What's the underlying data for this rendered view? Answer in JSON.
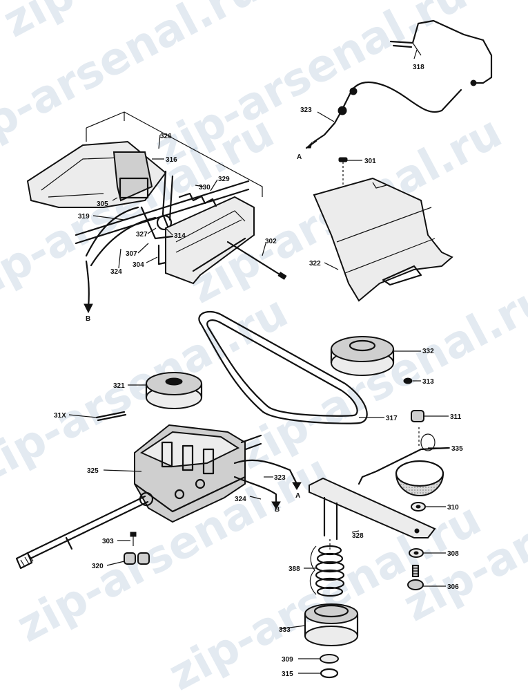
{
  "watermark": "zip-arsenal.ru",
  "labels": {
    "l318_top": "318",
    "l323_top": "323",
    "lA_top": "A",
    "l301": "301",
    "l326": "326",
    "l316": "316",
    "l305": "305",
    "l330": "330",
    "l329": "329",
    "l319": "319",
    "l327": "327",
    "l314": "314",
    "l307": "307",
    "l324_top": "324",
    "l304": "304",
    "l302": "302",
    "lB_top": "B",
    "l322_top": "322",
    "l332": "332",
    "l313": "313",
    "l321": "321",
    "l31x": "31X",
    "l317": "317",
    "l311": "311",
    "l335": "335",
    "l325": "325",
    "l323_mid": "323",
    "l324_mid": "324",
    "lA_mid": "A",
    "lB_mid": "B",
    "l310": "310",
    "l328": "328",
    "l303": "303",
    "l308": "308",
    "l320": "320",
    "l388": "388",
    "l306": "306",
    "l333": "333",
    "l309": "309",
    "l315": "315"
  }
}
